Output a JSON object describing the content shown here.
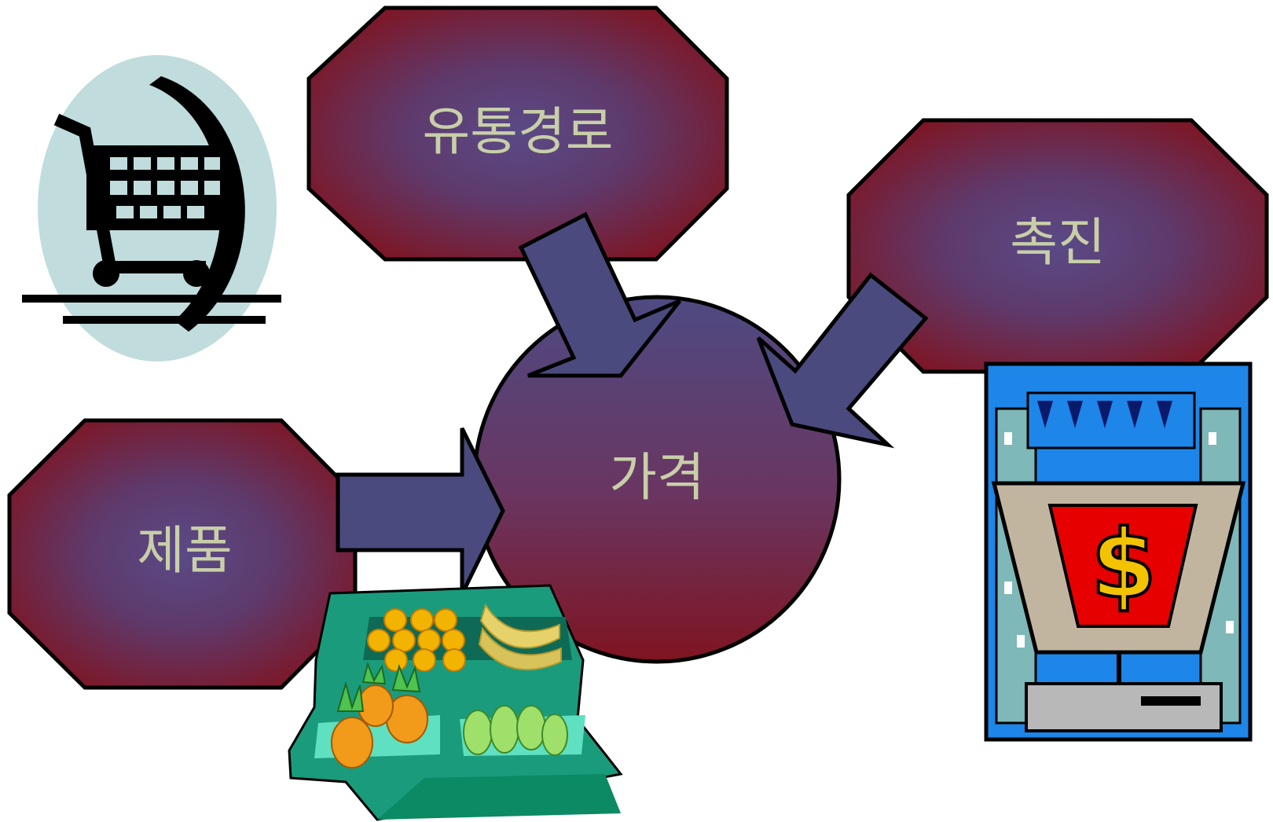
{
  "nodes": {
    "distribution": {
      "label": "유통경로"
    },
    "promotion": {
      "label": "촉진"
    },
    "product": {
      "label": "제품"
    },
    "price": {
      "label": "가격"
    }
  },
  "illustrations": {
    "cart": "shopping-cart-icon",
    "produce": "produce-stand-icon",
    "register": "cash-register-icon",
    "currency_symbol": "$"
  },
  "colors": {
    "octagon_center": "#5a3f78",
    "octagon_edge": "#7f1421",
    "arrow_fill": "#4a4a7e",
    "label_text": "#c8cfa8",
    "cart_bg": "#c0dcdc"
  }
}
